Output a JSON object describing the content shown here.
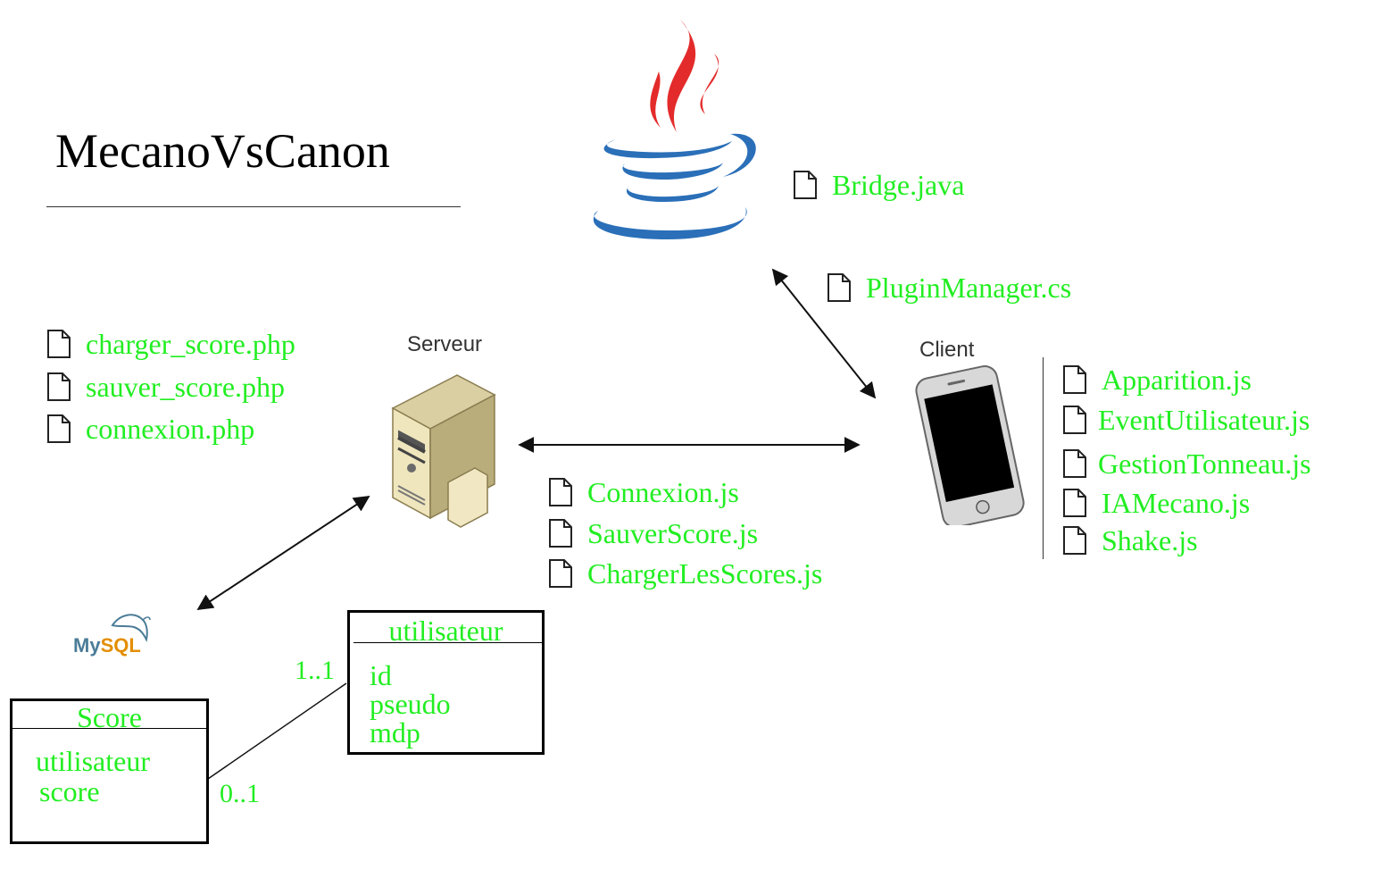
{
  "title": "MecanoVsCanon",
  "nodes": {
    "java": {
      "icon": "java-logo-icon"
    },
    "server": {
      "label": "Serveur",
      "icon": "server-tower-icon"
    },
    "client": {
      "label": "Client",
      "icon": "smartphone-icon"
    },
    "mysql": {
      "icon": "mysql-logo-icon",
      "my": "My",
      "sql": "SQL"
    }
  },
  "file_groups": {
    "java": [
      "Bridge.java"
    ],
    "plugin": [
      "PluginManager.cs"
    ],
    "php": [
      "charger_score.php",
      "sauver_score.php",
      "connexion.php"
    ],
    "server_js": [
      "Connexion.js",
      "SauverScore.js",
      "ChargerLesScores.js"
    ],
    "client_js": [
      "Apparition.js",
      "EventUtilisateur.js",
      "GestionTonneau.js",
      "IAMecano.js",
      "Shake.js"
    ]
  },
  "entities": {
    "utilisateur": {
      "name": "utilisateur",
      "attributes": [
        "id",
        "pseudo",
        "mdp"
      ]
    },
    "score": {
      "name": "Score",
      "attributes": [
        "utilisateur",
        "score"
      ]
    }
  },
  "relation": {
    "utilisateur_side": "1..1",
    "score_side": "0..1"
  },
  "colors": {
    "file_text": "#22ee22",
    "java_flame": "#e32b2b",
    "java_cup": "#2a6fb8",
    "mysql_my": "#4b7c98",
    "mysql_sql": "#e48e00"
  }
}
